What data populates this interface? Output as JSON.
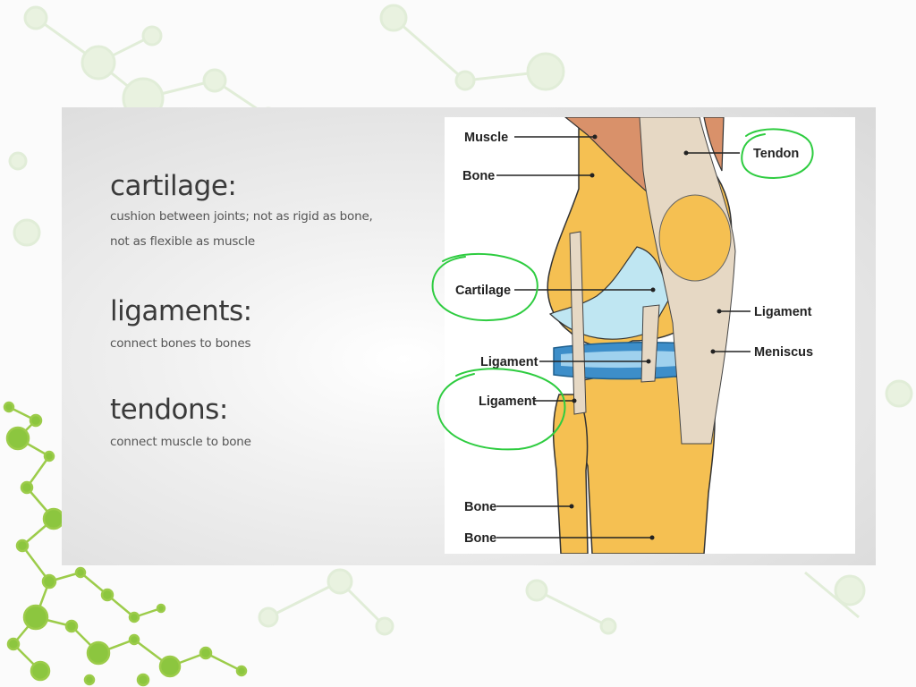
{
  "slide": {
    "terms": [
      {
        "term": "cartilage:",
        "definition_lines": [
          "cushion between joints; not as rigid as bone,",
          "not as flexible as muscle"
        ]
      },
      {
        "term": "ligaments:",
        "definition_lines": [
          "connect bones to bones"
        ]
      },
      {
        "term": "tendons:",
        "definition_lines": [
          "connect muscle to bone"
        ]
      }
    ]
  },
  "diagram": {
    "labels": {
      "muscle": "Muscle",
      "bone_top": "Bone",
      "tendon": "Tendon",
      "cartilage": "Cartilage",
      "ligament_right": "Ligament",
      "meniscus": "Meniscus",
      "ligament_mid": "Ligament",
      "ligament_left": "Ligament",
      "bone_fibula": "Bone",
      "bone_tibia": "Bone"
    },
    "colors": {
      "bone": "#f5c052",
      "muscle": "#d9916a",
      "tendon": "#e6d8c4",
      "cartilage": "#bfe6f2",
      "meniscus": "#3d8ec9",
      "highlight_circle": "#2ecc40",
      "molecule_green": "#8cc63f"
    },
    "highlighted": [
      "tendon",
      "cartilage",
      "ligament_left"
    ]
  }
}
